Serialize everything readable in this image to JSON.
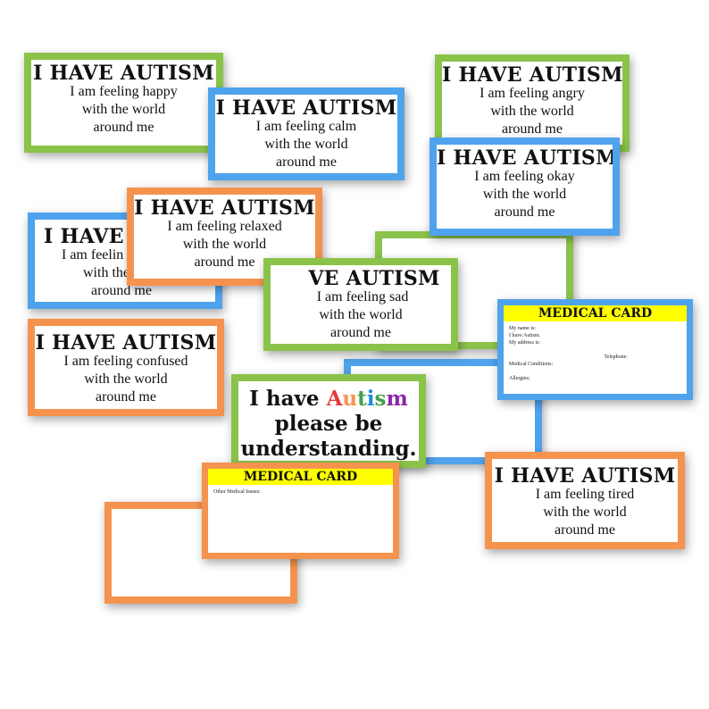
{
  "colors": {
    "green": "#8bc34a",
    "blue": "#4fa3ec",
    "orange": "#f5934e",
    "yellow": "#ffff00",
    "autism_letters": [
      "#e53935",
      "#f5934e",
      "#43a047",
      "#1e88e5",
      "#8e24aa"
    ]
  },
  "cards": {
    "happy": {
      "title": "I HAVE AUTISM",
      "l1": "I am feeling happy",
      "l2": "with the world",
      "l3": "around me"
    },
    "calm": {
      "title": "I HAVE AUTISM",
      "l1": "I am feeling calm",
      "l2": "with the world",
      "l3": "around me"
    },
    "angry": {
      "title": "I HAVE AUTISM",
      "l1": "I am feeling angry",
      "l2": "with the world",
      "l3": "around me"
    },
    "okay": {
      "title": "I HAVE AUTISM",
      "l1": "I am feeling okay",
      "l2": "with the world",
      "l3": "around me"
    },
    "blue_partial": {
      "title": "I HAVE A",
      "l1": "I am feelin",
      "l2": "with the",
      "l3": "around me"
    },
    "relaxed": {
      "title": "I HAVE AUTISM",
      "l1": "I am feeling relaxed",
      "l2": "with the world",
      "l3": "around me"
    },
    "sad": {
      "title": "VE AUTISM",
      "l1": "I am feeling sad",
      "l2": "with the world",
      "l3": "around me"
    },
    "confused": {
      "title": "I HAVE AUTISM",
      "l1": "I am feeling confused",
      "l2": "with the world",
      "l3": "around me"
    },
    "tired": {
      "title": "I HAVE AUTISM",
      "l1": "I am feeling tired",
      "l2": "with the world",
      "l3": "around me"
    }
  },
  "understanding_card": {
    "prefix": "I have ",
    "word_letters": [
      "A",
      "u",
      "t",
      "i",
      "s",
      "m"
    ],
    "line2": "please be",
    "line3": "understanding."
  },
  "medical_card_front": {
    "title": "MEDICAL CARD",
    "name": "My name is:",
    "have": "I have Autism.",
    "address": "My address is:",
    "telephone": "Telephone:",
    "conditions": "Medical Conditions:",
    "allergies": "Allergies:"
  },
  "medical_card_back": {
    "title": "MEDICAL CARD",
    "other": "Other Medical Issues:"
  }
}
